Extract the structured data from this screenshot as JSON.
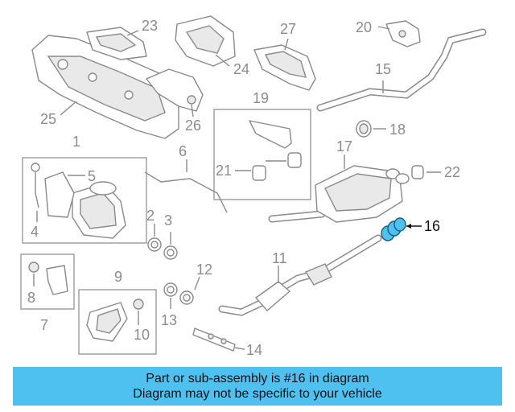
{
  "callouts": {
    "c1": "1",
    "c2": "2",
    "c3": "3",
    "c4": "4",
    "c5": "5",
    "c6": "6",
    "c7": "7",
    "c8": "8",
    "c9": "9",
    "c10": "10",
    "c11": "11",
    "c12": "12",
    "c13": "13",
    "c14": "14",
    "c15": "15",
    "c16": "16",
    "c17": "17",
    "c18": "18",
    "c19": "19",
    "c20": "20",
    "c21": "21",
    "c22": "22",
    "c23": "23",
    "c24": "24",
    "c25": "25",
    "c26": "26",
    "c27": "27"
  },
  "highlight": {
    "part": "16",
    "color": "#4fc1f0"
  },
  "banner": {
    "line1": "Part or sub-assembly is #16 in diagram",
    "line2": "Diagram may not be specific to your vehicle",
    "color": "#4fc1f0"
  }
}
